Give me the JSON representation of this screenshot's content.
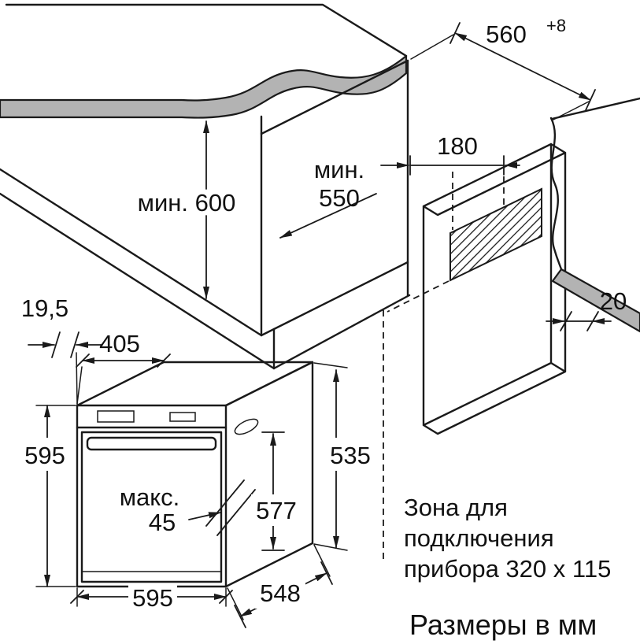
{
  "diagram": {
    "units_note": "Размеры в мм",
    "connection_zone_note": {
      "line1": "Зона для",
      "line2": "подключения",
      "line3": "прибора 320 x 115"
    },
    "dimensions": {
      "niche_width": "560",
      "niche_width_tolerance": "+8",
      "connection_zone_offset": "180",
      "niche_depth_prefix": "мин.",
      "niche_depth": "550",
      "niche_height": "мин. 600",
      "rear_gap": "20",
      "front_overhang": "19,5",
      "top_depth": "405",
      "oven_height": "595",
      "door_height": "535",
      "body_depth": "577",
      "handle_clearance_prefix": "макс.",
      "handle_clearance": "45",
      "oven_width": "595",
      "oven_depth": "548"
    },
    "colors": {
      "line": "#1a1a1a",
      "counter_edge_fill": "#b3b3b3",
      "background": "#ffffff"
    }
  }
}
